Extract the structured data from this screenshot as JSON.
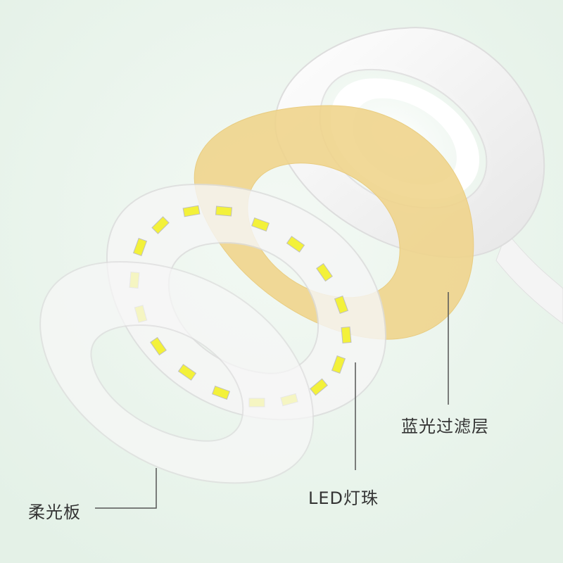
{
  "labels": {
    "filter_layer": "蓝光过滤层",
    "led_beads": "LED灯珠",
    "diffuser_plate": "柔光板"
  },
  "colors": {
    "background": "#eaf4ec",
    "filter_ring": "#f0d48a",
    "led_chip": "#f3f13a",
    "ring_white": "#f7f7f7",
    "leader_line": "#555555"
  }
}
